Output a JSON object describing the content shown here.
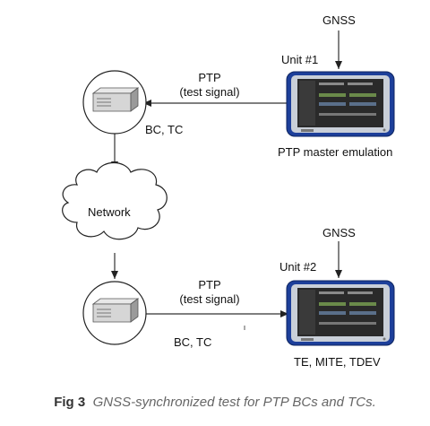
{
  "diagram": {
    "gnss_top": "GNSS",
    "unit1_label": "Unit #1",
    "ptp_top": "PTP",
    "test_signal_top": "(test signal)",
    "bc_tc_top": "BC, TC",
    "master_label": "PTP master emulation",
    "network_label": "Network",
    "gnss_bottom": "GNSS",
    "unit2_label": "Unit #2",
    "ptp_bottom": "PTP",
    "test_signal_bottom": "(test signal)",
    "bc_tc_bottom": "BC, TC",
    "metrics_label": "TE, MITE, TDEV"
  },
  "caption": {
    "prefix": "Fig 3",
    "text": "GNSS-synchronized test for PTP BCs and TCs."
  },
  "colors": {
    "device_frame": "#1d3f9a",
    "screen": "#2a2a2a",
    "line": "#333333"
  }
}
